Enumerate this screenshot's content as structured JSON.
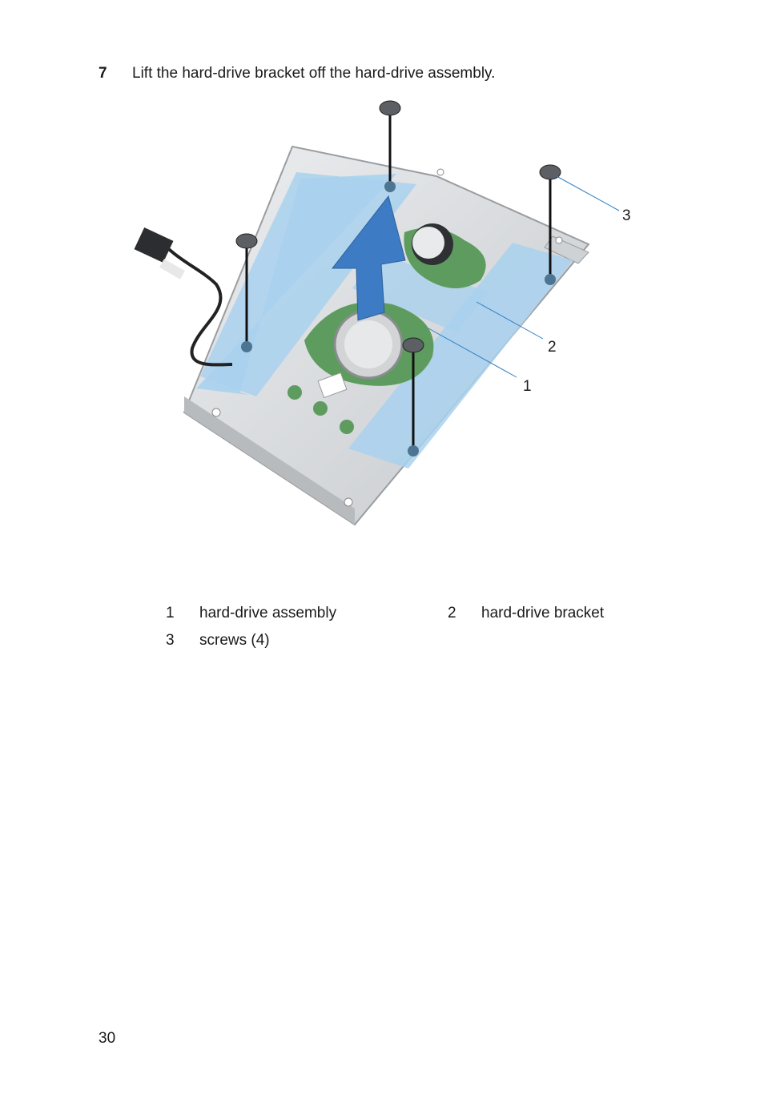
{
  "step": {
    "number": "7",
    "text": "Lift the hard-drive bracket off the hard-drive assembly."
  },
  "figure": {
    "callouts": [
      "1",
      "2",
      "3"
    ],
    "colors": {
      "tape": "#a9d1ee",
      "arrow": "#3d7cc4",
      "pcb": "#5d9c5e",
      "bracket": "#d7d9db",
      "leader": "#2f7fc4"
    }
  },
  "legend": [
    {
      "num": "1",
      "label": "hard-drive assembly"
    },
    {
      "num": "2",
      "label": "hard-drive bracket"
    },
    {
      "num": "3",
      "label": "screws (4)"
    }
  ],
  "page_number": "30"
}
